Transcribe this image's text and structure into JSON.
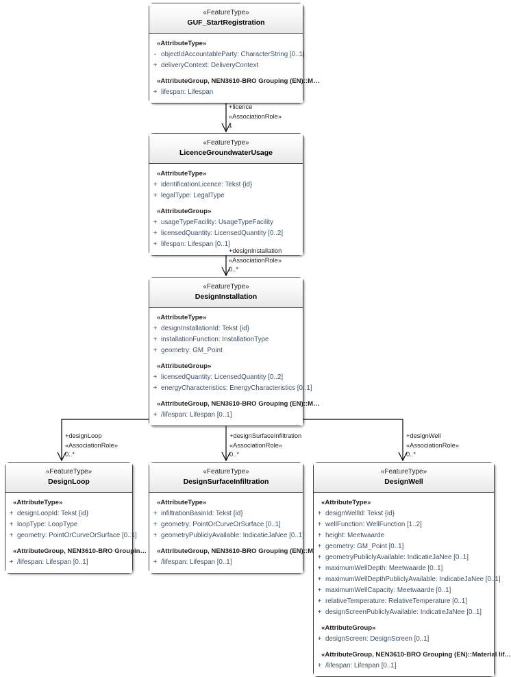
{
  "diagram": {
    "type": "uml-class-diagram",
    "background": "#ffffff",
    "line_color": "#000000",
    "attr_color": "#3a5068"
  },
  "classes": [
    {
      "id": "guf",
      "stereotype": "«FeatureType»",
      "name": "GUF_StartRegistration",
      "sections": [
        {
          "group": "«AttributeType»",
          "attributes": [
            {
              "vis": "-",
              "text": "objectIdAccountableParty: CharacterString [0..1]"
            },
            {
              "vis": "+",
              "text": "deliveryContext: DeliveryContext"
            }
          ]
        },
        {
          "group": "«AttributeGroup, NEN3610-BRO Grouping (EN)::M…",
          "attributes": [
            {
              "vis": "+",
              "text": "lifespan: Lifespan"
            }
          ]
        }
      ]
    },
    {
      "id": "licence",
      "stereotype": "«FeatureType»",
      "name": "LicenceGroundwaterUsage",
      "sections": [
        {
          "group": "«AttributeType»",
          "attributes": [
            {
              "vis": "+",
              "text": "identificationLicence: Tekst {id}"
            },
            {
              "vis": "+",
              "text": "legalType: LegalType"
            }
          ]
        },
        {
          "group": "«AttributeGroup»",
          "attributes": [
            {
              "vis": "+",
              "text": "usageTypeFacility: UsageTypeFacility"
            },
            {
              "vis": "+",
              "text": "licensedQuantity: LicensedQuantity [0..2]"
            },
            {
              "vis": "+",
              "text": "lifespan: Lifespan [0..1]"
            }
          ]
        }
      ]
    },
    {
      "id": "installation",
      "stereotype": "«FeatureType»",
      "name": "DesignInstallation",
      "sections": [
        {
          "group": "«AttributeType»",
          "attributes": [
            {
              "vis": "+",
              "text": "designInstallationId: Tekst {id}"
            },
            {
              "vis": "+",
              "text": "installationFunction: InstallationType"
            },
            {
              "vis": "+",
              "text": "geometry: GM_Point"
            }
          ]
        },
        {
          "group": "«AttributeGroup»",
          "attributes": [
            {
              "vis": "+",
              "text": "licensedQuantity: LicensedQuantity [0..2]"
            },
            {
              "vis": "+",
              "text": "energyCharacteristics: EnergyCharacteristics [0..1]"
            }
          ]
        },
        {
          "group": "«AttributeGroup, NEN3610-BRO Grouping (EN)::M…",
          "attributes": [
            {
              "vis": "+",
              "text": "/lifespan: Lifespan [0..1]"
            }
          ]
        }
      ]
    },
    {
      "id": "loop",
      "stereotype": "«FeatureType»",
      "name": "DesignLoop",
      "sections": [
        {
          "group": "«AttributeType»",
          "attributes": [
            {
              "vis": "+",
              "text": "designLoopId: Tekst {id}"
            },
            {
              "vis": "+",
              "text": "loopType: LoopType"
            },
            {
              "vis": "+",
              "text": "geometry: PointOrCurveOrSurface [0..1]"
            }
          ]
        },
        {
          "group": "«AttributeGroup, NEN3610-BRO Groupin…",
          "attributes": [
            {
              "vis": "+",
              "text": "/lifespan: Lifespan [0..1]"
            }
          ]
        }
      ]
    },
    {
      "id": "infiltration",
      "stereotype": "«FeatureType»",
      "name": "DesignSurfaceInfiltration",
      "sections": [
        {
          "group": "«AttributeType»",
          "attributes": [
            {
              "vis": "+",
              "text": "infiltrationBasinId: Tekst {id}"
            },
            {
              "vis": "+",
              "text": "geometry: PointOrCurveOrSurface [0..1]"
            },
            {
              "vis": "+",
              "text": "geometryPubliclyAvailable: IndicatieJaNee [0..1]"
            }
          ]
        },
        {
          "group": "«AttributeGroup, NEN3610-BRO Grouping (EN)::M…",
          "attributes": [
            {
              "vis": "+",
              "text": "/lifespan: Lifespan [0..1]"
            }
          ]
        }
      ]
    },
    {
      "id": "well",
      "stereotype": "«FeatureType»",
      "name": "DesignWell",
      "sections": [
        {
          "group": "«AttributeType»",
          "attributes": [
            {
              "vis": "+",
              "text": "designWellId: Tekst {id}"
            },
            {
              "vis": "+",
              "text": "wellFunction: WellFunction [1..2]"
            },
            {
              "vis": "+",
              "text": "height: Meetwaarde"
            },
            {
              "vis": "+",
              "text": "geometry: GM_Point [0..1]"
            },
            {
              "vis": "+",
              "text": "geometryPubliclyAvailable: IndicatieJaNee [0..1]"
            },
            {
              "vis": "+",
              "text": "maximumWellDepth: Meetwaarde [0..1]"
            },
            {
              "vis": "+",
              "text": "maximumWellDepthPubliclyAvailable: IndicatieJaNee [0..1]"
            },
            {
              "vis": "+",
              "text": "maximumWellCapacity: Meetwaarde [0..1]"
            },
            {
              "vis": "+",
              "text": "relativeTemperature: RelativeTemperature [0..1]"
            },
            {
              "vis": "+",
              "text": "designScreenPubliclyAvailable: IndicatieJaNee [0..1]"
            }
          ]
        },
        {
          "group": "«AttributeGroup»",
          "attributes": [
            {
              "vis": "+",
              "text": "designScreen: DesignScreen [0..1]"
            }
          ]
        },
        {
          "group": "«AttributeGroup, NEN3610-BRO Grouping (EN)::Material lif…",
          "attributes": [
            {
              "vis": "+",
              "text": "/lifespan: Lifespan [0..1]"
            }
          ]
        }
      ]
    }
  ],
  "associations": [
    {
      "id": "licence",
      "role": "+licence",
      "stereotype": "«AssociationRole»",
      "multiplicity": "1"
    },
    {
      "id": "designInstallation",
      "role": "+designInstallation",
      "stereotype": "«AssociationRole»",
      "multiplicity": "0..*"
    },
    {
      "id": "designLoop",
      "role": "+designLoop",
      "stereotype": "«AssociationRole»",
      "multiplicity": "0..*"
    },
    {
      "id": "designSurfaceInfiltration",
      "role": "+designSurfaceInfiltration",
      "stereotype": "«AssociationRole»",
      "multiplicity": "0..*"
    },
    {
      "id": "designWell",
      "role": "+designWell",
      "stereotype": "«AssociationRole»",
      "multiplicity": "0..*"
    }
  ]
}
